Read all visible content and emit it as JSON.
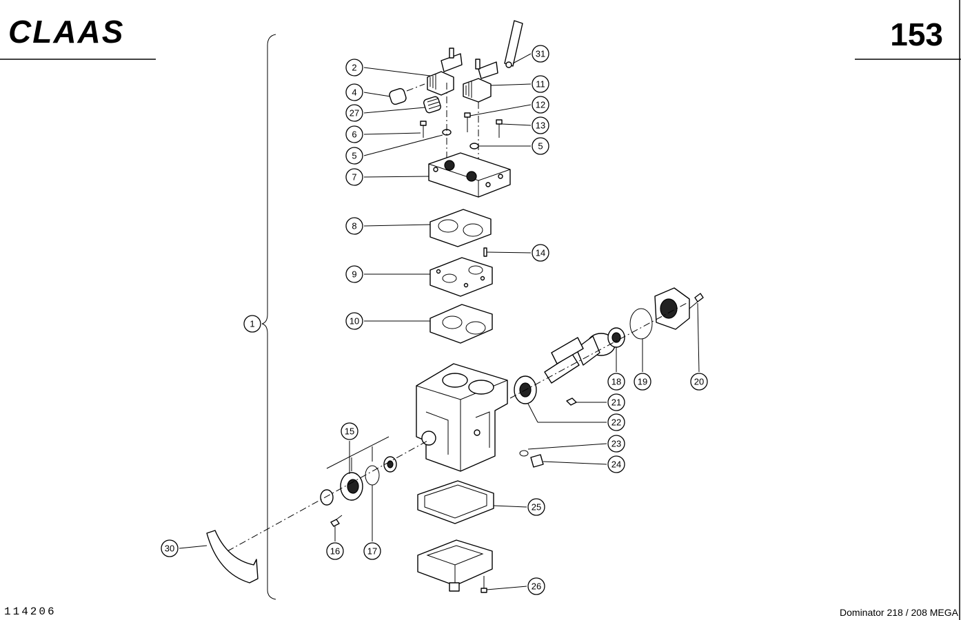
{
  "header": {
    "logo": "CLAAS",
    "page_number": "153"
  },
  "footer": {
    "drawing_number": "114206",
    "model": "Dominator 218 / 208 MEGA"
  },
  "callouts": [
    "1",
    "2",
    "4",
    "27",
    "6",
    "5",
    "7",
    "8",
    "9",
    "10",
    "31",
    "11",
    "12",
    "13",
    "5",
    "14",
    "15",
    "16",
    "17",
    "18",
    "19",
    "20",
    "21",
    "22",
    "23",
    "24",
    "25",
    "26",
    "30"
  ]
}
